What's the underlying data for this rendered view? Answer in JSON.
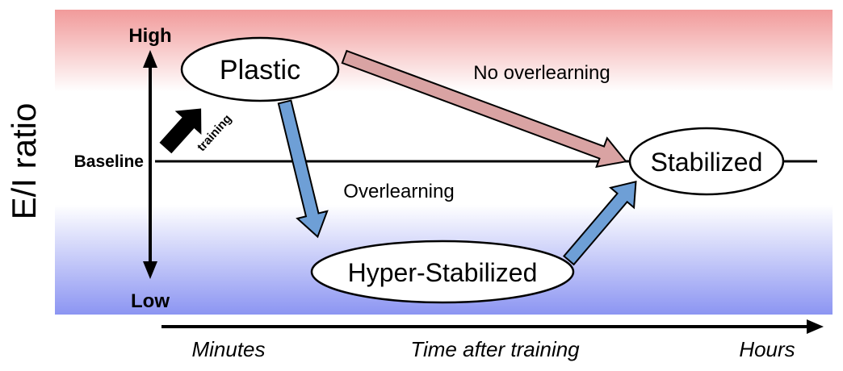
{
  "y_axis": {
    "title": "E/I ratio",
    "high_label": "High",
    "baseline_label": "Baseline",
    "low_label": "Low"
  },
  "x_axis": {
    "left_label": "Minutes",
    "center_label": "Time after training",
    "right_label": "Hours"
  },
  "states": {
    "plastic": "Plastic",
    "stabilized": "Stabilized",
    "hyper_stabilized": "Hyper-Stabilized"
  },
  "transitions": {
    "training": "training",
    "no_overlearning": "No overlearning",
    "overlearning": "Overlearning"
  },
  "colors": {
    "high_band": "#f19a9a",
    "low_band": "#8c95f2",
    "no_overlearning_arrow": "#d9a3a3",
    "overlearning_arrow": "#6e9fd6",
    "training_arrow": "#000000",
    "outline": "#000000"
  }
}
